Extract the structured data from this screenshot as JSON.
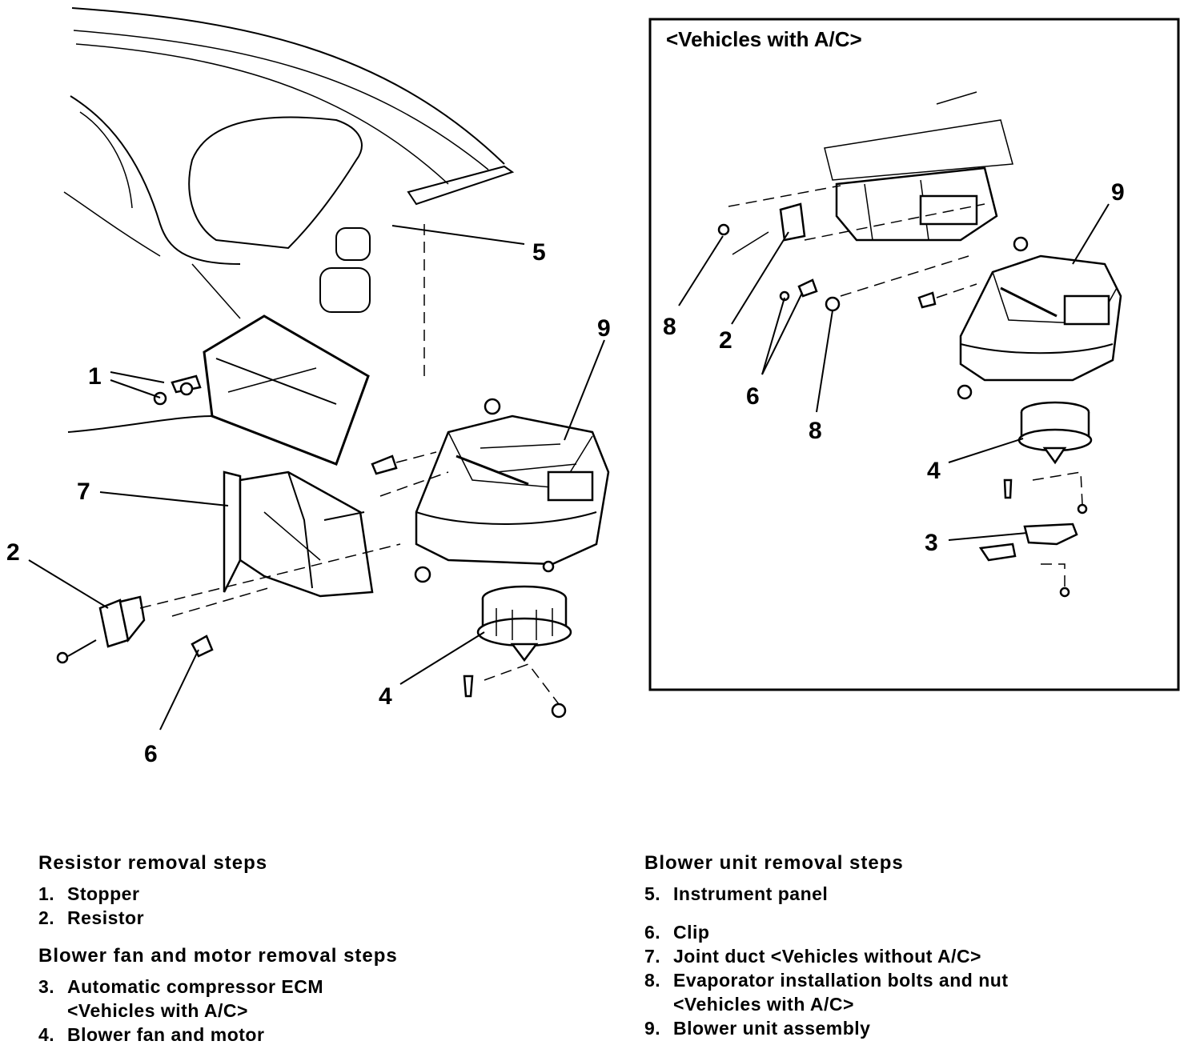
{
  "inset": {
    "title": "<Vehicles with A/C>"
  },
  "callouts": {
    "main": {
      "c1": "1",
      "c2": "2",
      "c4": "4",
      "c5": "5",
      "c6": "6",
      "c7": "7",
      "c9": "9"
    },
    "inset": {
      "c2": "2",
      "c3": "3",
      "c4": "4",
      "c6": "6",
      "c8a": "8",
      "c8b": "8",
      "c9": "9"
    }
  },
  "procedures": {
    "resistor": {
      "title": "Resistor removal steps",
      "steps": [
        {
          "num": "1.",
          "text": "Stopper"
        },
        {
          "num": "2.",
          "text": "Resistor"
        }
      ]
    },
    "blower_fan": {
      "title": "Blower fan and motor removal steps",
      "steps": [
        {
          "num": "3.",
          "text": "Automatic compressor ECM",
          "text2": "<Vehicles with A/C>"
        },
        {
          "num": "4.",
          "text": "Blower fan and motor"
        }
      ]
    },
    "blower_unit": {
      "title": "Blower unit removal steps",
      "steps": [
        {
          "num": "5.",
          "text": "Instrument panel"
        },
        {
          "num": "6.",
          "text": "Clip"
        },
        {
          "num": "7.",
          "text": "Joint duct <Vehicles without A/C>"
        },
        {
          "num": "8.",
          "text": "Evaporator installation bolts and nut",
          "text2": "<Vehicles with A/C>"
        },
        {
          "num": "9.",
          "text": "Blower unit assembly"
        }
      ]
    }
  }
}
